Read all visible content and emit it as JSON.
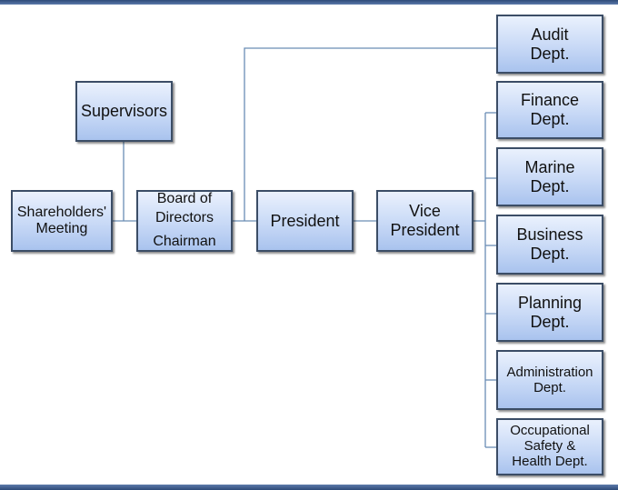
{
  "nodes": {
    "supervisors": "Supervisors",
    "shareholders": {
      "line1": "Shareholders'",
      "line2": "Meeting"
    },
    "board": {
      "line1": "Board of",
      "line2": "Directors",
      "line3": "Chairman"
    },
    "president": "President",
    "vice_president": {
      "line1": "Vice",
      "line2": "President"
    },
    "audit": {
      "line1": "Audit",
      "line2": "Dept."
    },
    "finance": {
      "line1": "Finance",
      "line2": "Dept."
    },
    "marine": {
      "line1": "Marine",
      "line2": "Dept."
    },
    "business": {
      "line1": "Business",
      "line2": "Dept."
    },
    "planning": {
      "line1": "Planning",
      "line2": "Dept."
    },
    "administration": {
      "line1": "Administration",
      "line2": "Dept."
    },
    "safety": {
      "line1": "Occupational",
      "line2": "Safety &",
      "line3": "Health Dept."
    }
  },
  "colors": {
    "frame": "#2d4a78",
    "connector": "#6a8db5",
    "box_border": "#3b4d66",
    "box_fill_top": "#eaf1fd",
    "box_fill_bottom": "#a9c3ee"
  }
}
